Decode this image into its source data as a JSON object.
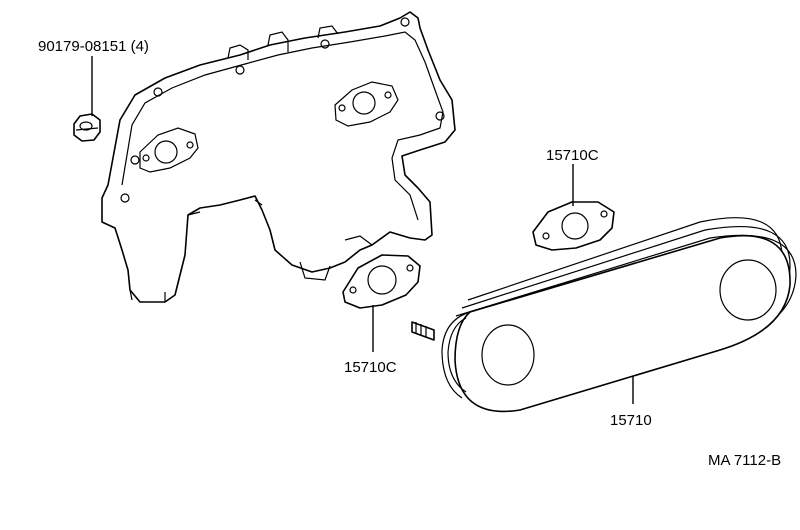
{
  "parts": {
    "nut_label": "90179-08151 (4)",
    "gasket_upper_label": "15710C",
    "gasket_lower_label": "15710C",
    "cooler_label": "15710"
  },
  "figure_code": "MA 7112-B"
}
